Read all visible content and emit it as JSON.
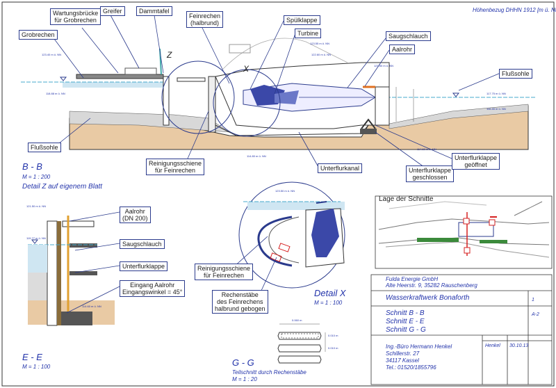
{
  "header": {
    "height_ref": "Höhenbezug DHHN 1912 [m ü. NN]"
  },
  "section_bb": {
    "title": "B - B",
    "scale": "M = 1 : 200",
    "note": "Detail Z auf eigenem Blatt",
    "callouts": {
      "wartungsbruecke": "Wartungsbrücke\nfür Grobrechen",
      "greifer": "Greifer",
      "dammtafel": "Dammtafel",
      "feinrechen": "Feinrechen\n(halbrund)",
      "spuelklappe": "Spülklappe",
      "turbine": "Turbine",
      "saugschlauch": "Saugschlauch",
      "aalrohr": "Aalrohr",
      "grobrechen": "Grobrechen",
      "flusssohle_right": "Flußsohle",
      "flusssohle_left": "Flußsohle",
      "reinigungsschiene": "Reinigungsschiene\nfür Feinrechen",
      "unterflurkanal": "Unterflurkanal",
      "uklappe_geschlossen": "Unterflurklappe\ngeschlossen",
      "uklappe_geoeffnet": "Unterflurklappe\ngeöffnet"
    },
    "markers": {
      "z": "Z",
      "x": "X"
    },
    "levels": [
      "123.40 m ü. NN",
      "123.55 m ü. NN",
      "122.60 m ü. NN",
      "121.50 m ü. NN",
      "118.88 m ü. NN",
      "117.75 m ü. NN",
      "116.85 m ü. NN",
      "114.80 m ü. NN",
      "114.60 m ü. NN"
    ]
  },
  "section_ee": {
    "title": "E - E",
    "scale": "M = 1 : 100",
    "callouts": {
      "aalrohr": "Aalrohr\n(DN 200)",
      "saugschlauch": "Saugschlauch",
      "unterflurklappe": "Unterflurklappe",
      "eingang": "Eingang Aalrohr\nEingangswinkel = 45°"
    },
    "levels": [
      "121.50 m ü. NN",
      "119.77 m ü. NN",
      "114.60 m ü. NN"
    ]
  },
  "detail_x": {
    "title": "Detail X",
    "scale": "M = 1 : 100",
    "callouts": {
      "reinigungsschiene": "Reinigungsschiene\nfür Feinrechen",
      "rechenstaebe": "Rechenstäbe\ndes Feinrechens\nhalbrund gebogen"
    },
    "levels": [
      "123.50 m ü. NN"
    ]
  },
  "section_gg": {
    "title": "G - G",
    "subtitle": "Teilschnitt durch Rechenstäbe",
    "scale": "M = 1 : 20",
    "dims": [
      "0.060 m",
      "0.010 m",
      "0.010 m"
    ]
  },
  "lage": {
    "title": "Lage der Schnitte"
  },
  "title_block": {
    "company": "Fulda Energie GmbH",
    "address": "Alte Heerstr. 9, 35282 Rauschenberg",
    "project": "Wasserkraftwerk Bonaforth",
    "sheet_no": "1",
    "format": "A-2",
    "drawings": [
      "Schnitt B - B",
      "Schnitt E - E",
      "Schnitt G - G"
    ],
    "office": [
      "Ing.-Büro Hermann Henkel",
      "Schillerstr. 27",
      "34117 Kassel",
      "Tel.: 01520/1855796"
    ],
    "drawn_by": "Henkel",
    "date": "30.10.13"
  },
  "colors": {
    "line": "#2a3a8c",
    "hatch": "#3b48a8",
    "soil": "#e9caa4",
    "water": "#cfe6f2",
    "red": "#d62020"
  }
}
